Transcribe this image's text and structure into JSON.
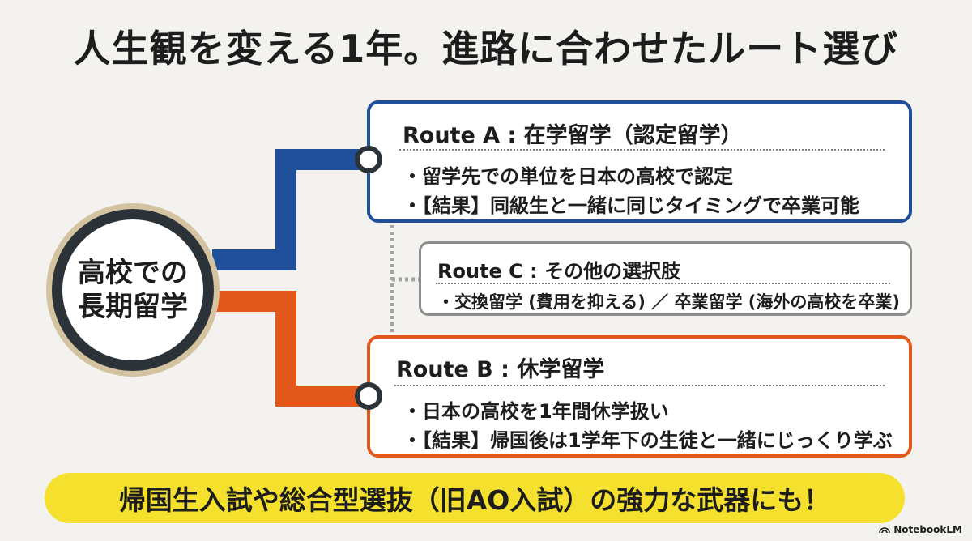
{
  "title": "人生観を変える1年。進路に合わせたルート選び",
  "hub": {
    "line1": "高校での",
    "line2": "長期留学"
  },
  "routes": {
    "a": {
      "heading": "Route A : 在学留学（認定留学）",
      "items": [
        "・留学先での単位を日本の高校で認定",
        "・【結果】同級生と一緒に同じタイミングで卒業可能"
      ],
      "color": "#1f4f98"
    },
    "b": {
      "heading": "Route B : 休学留学",
      "items": [
        "・日本の高校を1年間休学扱い",
        "・【結果】帰国後は1学年下の生徒と一緒にじっくり学ぶ"
      ],
      "color": "#e2581b"
    },
    "c": {
      "heading": "Route C : その他の選択肢",
      "items": [
        "・交換留学 (費用を抑える) ／ 卒業留学 (海外の高校を卒業)"
      ],
      "color": "#8d8d8d"
    }
  },
  "banner": {
    "text": "帰国生入試や総合型選抜（旧AO入試）の強力な武器にも！",
    "color": "#f5e12d"
  },
  "brand": {
    "name": "NotebookLM",
    "icon": "notebooklm-logo-icon"
  }
}
